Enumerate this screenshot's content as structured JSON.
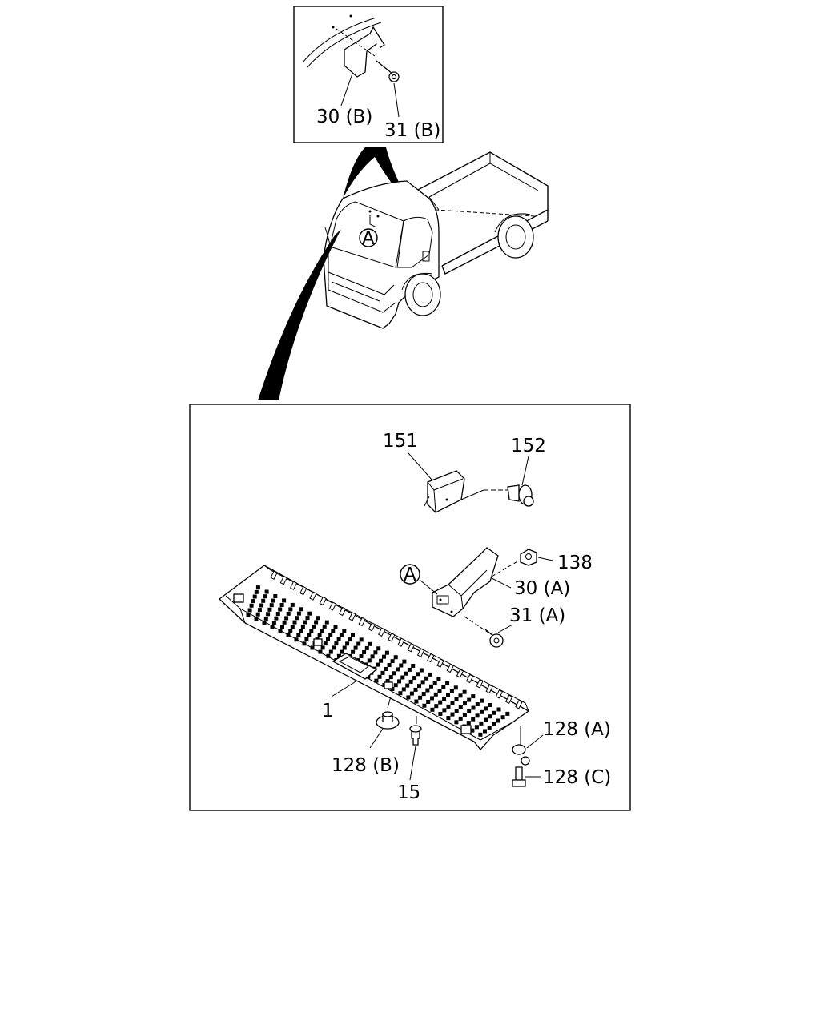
{
  "callouts": {
    "p30b": "30 (B)",
    "p31b": "31 (B)",
    "pA_truck": "A",
    "p151": "151",
    "p152": "152",
    "p138": "138",
    "pA_detail": "A",
    "p30a": "30 (A)",
    "p31a": "31 (A)",
    "p1": "1",
    "p128a": "128 (A)",
    "p128b": "128 (B)",
    "p15": "15",
    "p128c": "128 (C)"
  }
}
